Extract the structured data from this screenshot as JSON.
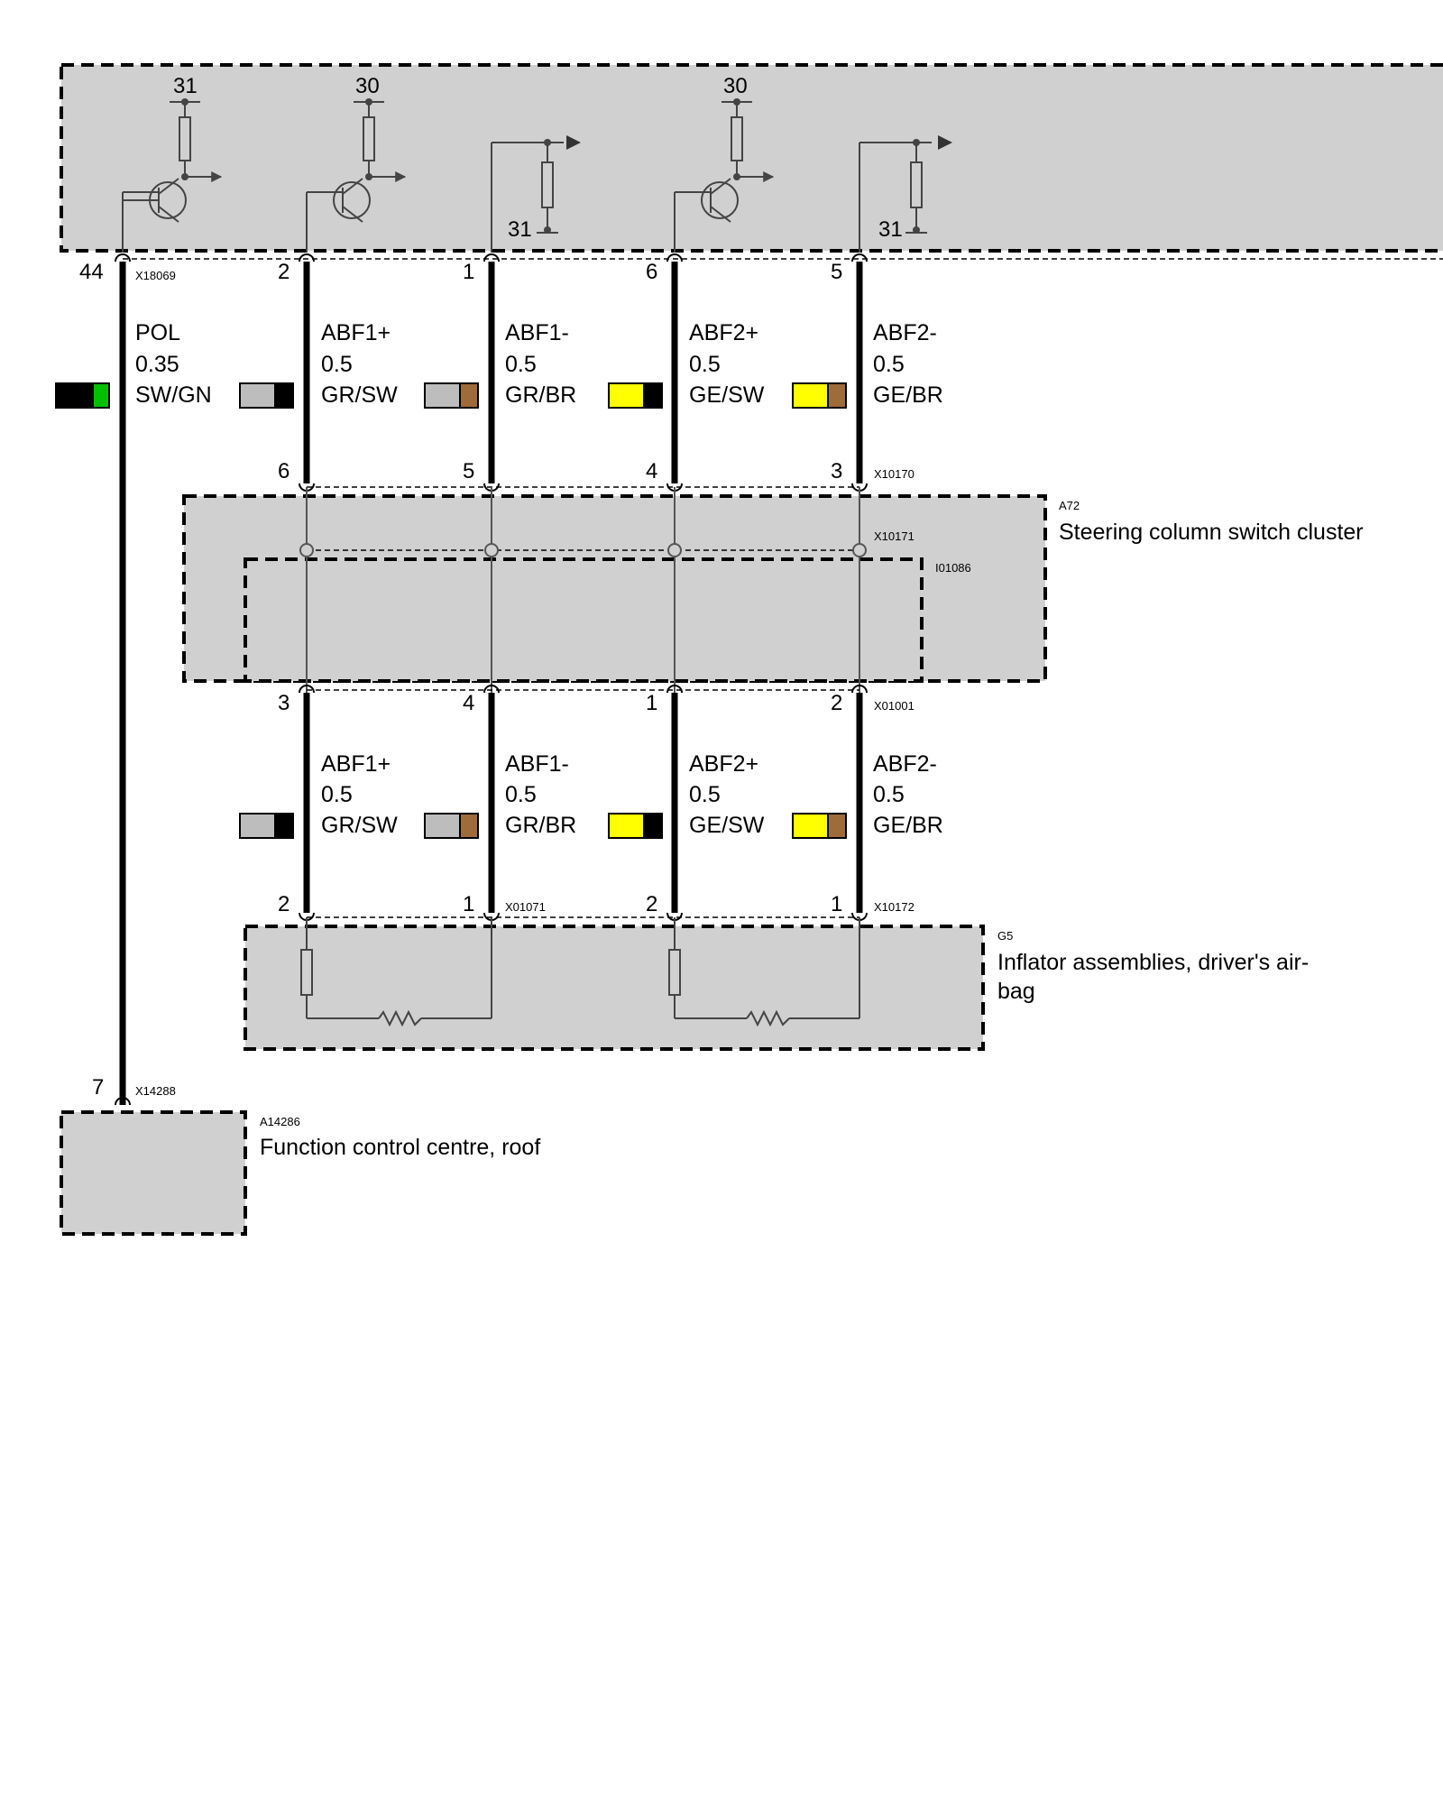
{
  "colors": {
    "box_fill": "#d0d0d0",
    "SW": "#000000",
    "GN": "#00c000",
    "GR": "#bdbdbd",
    "BR": "#9e6b3b",
    "GE": "#ffff00"
  },
  "module_top": {
    "supply_labels": [
      "31",
      "30",
      "30"
    ],
    "ground_labels": [
      "31",
      "31"
    ],
    "connector": "X18069",
    "connector_b": "X10170",
    "pins_upper": [
      "44",
      "2",
      "1",
      "6",
      "5"
    ],
    "pins_lower": [
      "6",
      "5",
      "4",
      "3"
    ]
  },
  "wires_top": [
    {
      "signal": "POL",
      "size": "0.35",
      "color_code": "SW/GN",
      "colors": [
        "SW",
        "GN"
      ]
    },
    {
      "signal": "ABF1+",
      "size": "0.5",
      "color_code": "GR/SW",
      "colors": [
        "GR",
        "SW"
      ]
    },
    {
      "signal": "ABF1-",
      "size": "0.5",
      "color_code": "GR/BR",
      "colors": [
        "GR",
        "BR"
      ]
    },
    {
      "signal": "ABF2+",
      "size": "0.5",
      "color_code": "GE/SW",
      "colors": [
        "GE",
        "SW"
      ]
    },
    {
      "signal": "ABF2-",
      "size": "0.5",
      "color_code": "GE/BR",
      "colors": [
        "GE",
        "BR"
      ]
    }
  ],
  "steering": {
    "id": "A72",
    "name": "Steering column switch cluster",
    "connector_in": "X10171",
    "inner_id": "I01086",
    "connector_out": "X01001",
    "pins_out": [
      "3",
      "4",
      "1",
      "2"
    ]
  },
  "wires_bottom": [
    {
      "signal": "ABF1+",
      "size": "0.5",
      "color_code": "GR/SW",
      "colors": [
        "GR",
        "SW"
      ]
    },
    {
      "signal": "ABF1-",
      "size": "0.5",
      "color_code": "GR/BR",
      "colors": [
        "GR",
        "BR"
      ]
    },
    {
      "signal": "ABF2+",
      "size": "0.5",
      "color_code": "GE/SW",
      "colors": [
        "GE",
        "SW"
      ]
    },
    {
      "signal": "ABF2-",
      "size": "0.5",
      "color_code": "GE/BR",
      "colors": [
        "GE",
        "BR"
      ]
    }
  ],
  "airbag": {
    "id": "G5",
    "name_line1": "Inflator assemblies, driver's air-",
    "name_line2": "bag",
    "connector_a": "X01071",
    "connector_b": "X10172",
    "pins": [
      "2",
      "1",
      "2",
      "1"
    ]
  },
  "roof": {
    "id": "A14286",
    "name": "Function control centre, roof",
    "connector": "X14288",
    "pin": "7"
  }
}
